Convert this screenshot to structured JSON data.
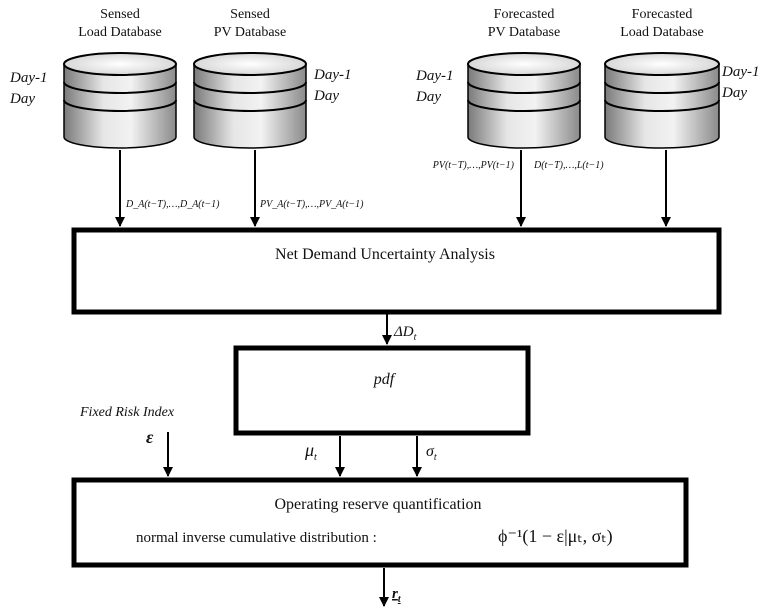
{
  "databases": [
    {
      "title_line1": "Sensed",
      "title_line2": "Load Database",
      "label_line1": "Day-1",
      "label_line2": "Day"
    },
    {
      "title_line1": "Sensed",
      "title_line2": "PV Database",
      "label_line1": "Day-1",
      "label_line2": "Day"
    },
    {
      "title_line1": "Forecasted",
      "title_line2": "PV Database",
      "label_line1": "Day-1",
      "label_line2": "Day"
    },
    {
      "title_line1": "Forecasted",
      "title_line2": "Load Database",
      "label_line1": "Day-1",
      "label_line2": "Day"
    }
  ],
  "flows": {
    "sensed_load": "D_A(t−T),…,D_A(t−1)",
    "sensed_pv": "PV_A(t−T),…,PV_A(t−1)",
    "forecast_pv": "PV(t−T),…,PV(t−1)",
    "forecast_load": "D(t−T),…,L(t−1)"
  },
  "analysis_box": {
    "label": "Net Demand Uncertainty Analysis"
  },
  "delta_label": "ΔD",
  "delta_sub": "t",
  "pdf_box": {
    "label": "pdf"
  },
  "risk": {
    "label": "Fixed Risk Index",
    "symbol": "ε"
  },
  "mu_label": "μ",
  "mu_sub": "t",
  "sigma_label": "σ",
  "sigma_sub": "t",
  "reserve_box": {
    "title": "Operating reserve quantification",
    "subtitle": "normal inverse cumulative distribution :",
    "formula": "ϕ⁻¹(1 − ε|μₜ, σₜ)"
  },
  "output_label": "r",
  "output_sub": "t"
}
